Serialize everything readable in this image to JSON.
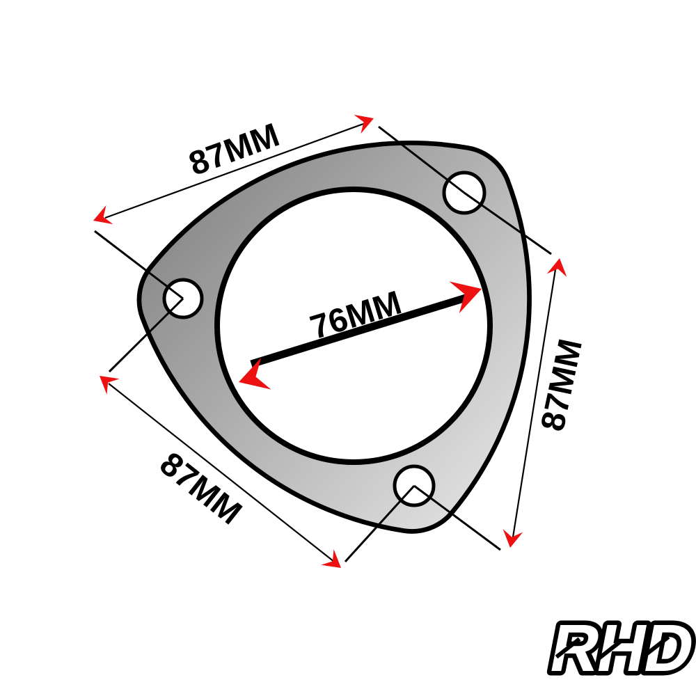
{
  "diagram": {
    "labels": {
      "top": "87MM",
      "right": "87MM",
      "bottom_left": "87MM",
      "inner_diameter": "76MM"
    },
    "logo_text": "RHD",
    "colors": {
      "background": "#ffffff",
      "line": "#000000",
      "arrow_red": "#ee1111",
      "gasket_dark": "#7d7d7d",
      "gasket_light": "#e9e9e9",
      "hole_fill": "#ffffff",
      "logo_fill": "#ffffff",
      "logo_outline": "#000000"
    }
  }
}
